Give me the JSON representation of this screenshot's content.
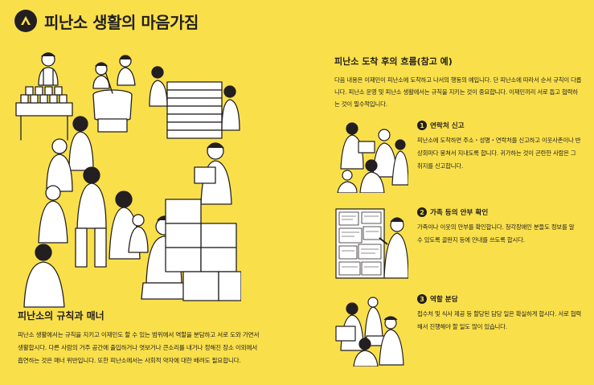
{
  "header": {
    "icon": "tent-icon",
    "title": "피난소 생활의 마음가짐"
  },
  "flow": {
    "title": "피난소 도착 후의 흐름(참고 예)",
    "text": "다음 내용은 이재민이 피난소에 도착하고 나서의 행동의 예입니다. 단 피난소에 따라서 순서 규칙이 다릅니다. 피난소 운영 및 피난소 생활에서는 규칙을 지키는 것이 중요합니다. 이재민끼리 서로 돕고 협력하는 것이 필수적입니다."
  },
  "steps": [
    {
      "num": "1",
      "title": "연락처 신고",
      "text": "피난소에 도착하면 주소・성명・연락처를 신고하고 이웃사촌이나 반상회마다 뭉쳐서 지내도록 합니다. 귀가하는 것이 곤란한 사람은 그 취지를 신고합니다."
    },
    {
      "num": "2",
      "title": "가족 등의 안부 확인",
      "text": "가족이나 이웃의 안부를 확인합니다. 청각장애인 분들도 정보를 알 수 있도록 골판지 등에 안내를 쓰도록 합시다."
    },
    {
      "num": "3",
      "title": "역할 분담",
      "text": "접수처 및 식사 제공 등 할당된 담당 일은 확실하게 합시다. 서로 협력해서 진행해야 할 일도 많이 있습니다."
    }
  ],
  "rules": {
    "title": "피난소의 규칙과 매너",
    "text": "피난소 생활에서는 규칙을 지키고 이재민도 할 수 있는 범위에서 역할을 분담하고 서로 도와 가면서 생활합시다. 다른 사람의 거주 공간에 출입하거나 엿보거나 큰소리를 내거나 정해진 장소 이외에서 흡연하는 것은 매너 위반입니다. 또한 피난소에서는 사회적 약자에 대한 배려도 필요합니다."
  },
  "illustrations": {
    "main": "evacuation-shelter-scene",
    "step1": "registration-scene",
    "step2": "message-board-scene",
    "step3": "role-sharing-scene"
  },
  "colors": {
    "background": "#F9E04B",
    "ink": "#231f20",
    "paper": "#ffffff"
  }
}
